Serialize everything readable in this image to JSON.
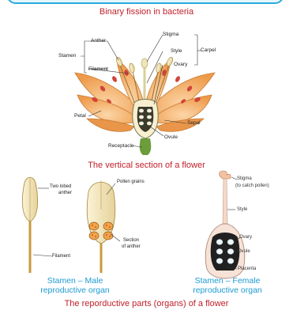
{
  "top_title": "Binary fission in bacteria",
  "flower_section": {
    "caption": "The vertical section of a flower",
    "labels": {
      "stamen": "Stamen",
      "anther": "Anther",
      "filament": "Filament",
      "stigma": "Stigma",
      "style": "Style",
      "carpel": "Carpel",
      "ovary": "Ovary",
      "petal": "Petal",
      "sepal": "Sepal",
      "ovule": "Ovule",
      "receptacle": "Receptacle"
    }
  },
  "stamen_panel": {
    "labels": {
      "pollen_grains": "Pollen grains",
      "two_lobed_anther_1": "Two lobed",
      "two_lobed_anther_2": "anther",
      "section_of_anther_1": "Section",
      "section_of_anther_2": "of anther",
      "filament": "Filament"
    },
    "caption_line1": "Stamen – Male",
    "caption_line2": "reproductive organ"
  },
  "carpel_panel": {
    "labels": {
      "stigma": "Stigma",
      "stigma_note": "(to catch pollen)",
      "style": "Style",
      "ovary": "Ovary",
      "ovule": "Ovule",
      "placenta": "Placenta"
    },
    "caption_line1": "Stamen – Female",
    "caption_line2": "reproductive organ"
  },
  "bottom_caption": "The reporductive parts (organs) of a flower",
  "colors": {
    "caption_red": "#c0202a",
    "caption_blue": "#1d9bd2",
    "petal_orange": "#f0a45a",
    "anther_cream": "#f3e6b8",
    "ovule_dark": "#1a1a1a",
    "band_border": "#29aadf"
  }
}
